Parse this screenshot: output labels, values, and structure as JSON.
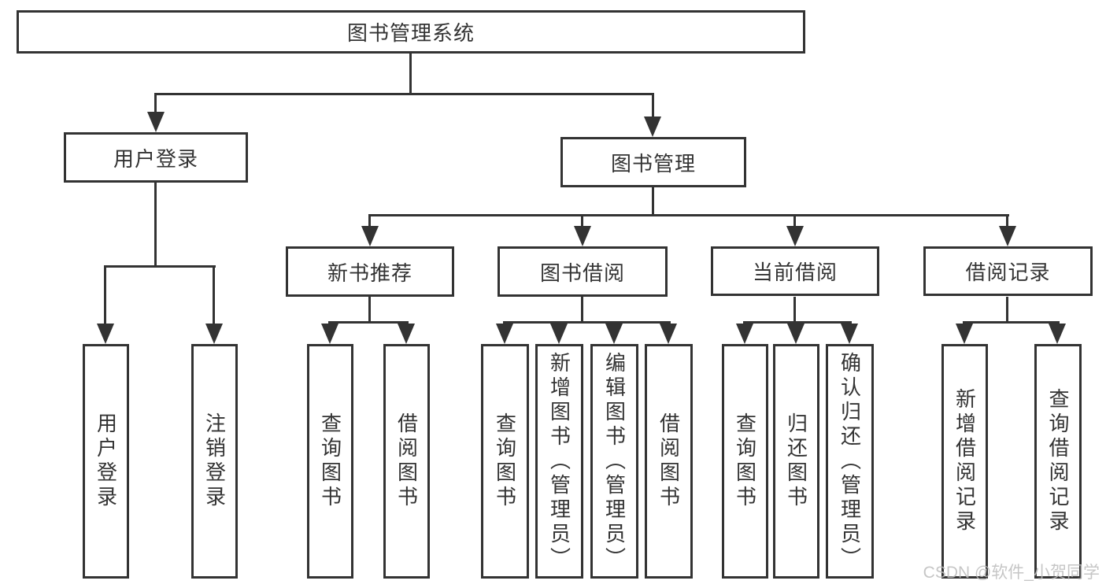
{
  "title": {
    "label": "图书管理系统"
  },
  "level2": {
    "user_login": "用户登录",
    "book_mgmt": "图书管理"
  },
  "level3": {
    "new_recommend": "新书推荐",
    "book_borrow": "图书借阅",
    "current_borrow": "当前借阅",
    "borrow_records": "借阅记录"
  },
  "leaves": {
    "user_login": [
      "用户登录",
      "注销登录"
    ],
    "new_recommend": [
      "查询图书",
      "借阅图书"
    ],
    "book_borrow": [
      "查询图书",
      "新增图书（管理员）",
      "编辑图书（管理员）",
      "借阅图书"
    ],
    "current_borrow": [
      "查询图书",
      "归还图书",
      "确认归还（管理员）"
    ],
    "borrow_records": [
      "新增借阅记录",
      "查询借阅记录"
    ]
  },
  "watermark": "CSDN @软件_小贺同学",
  "colors": {
    "line": "#333333",
    "text": "#333333",
    "watermark": "#bdbdbd",
    "background": "#ffffff"
  }
}
